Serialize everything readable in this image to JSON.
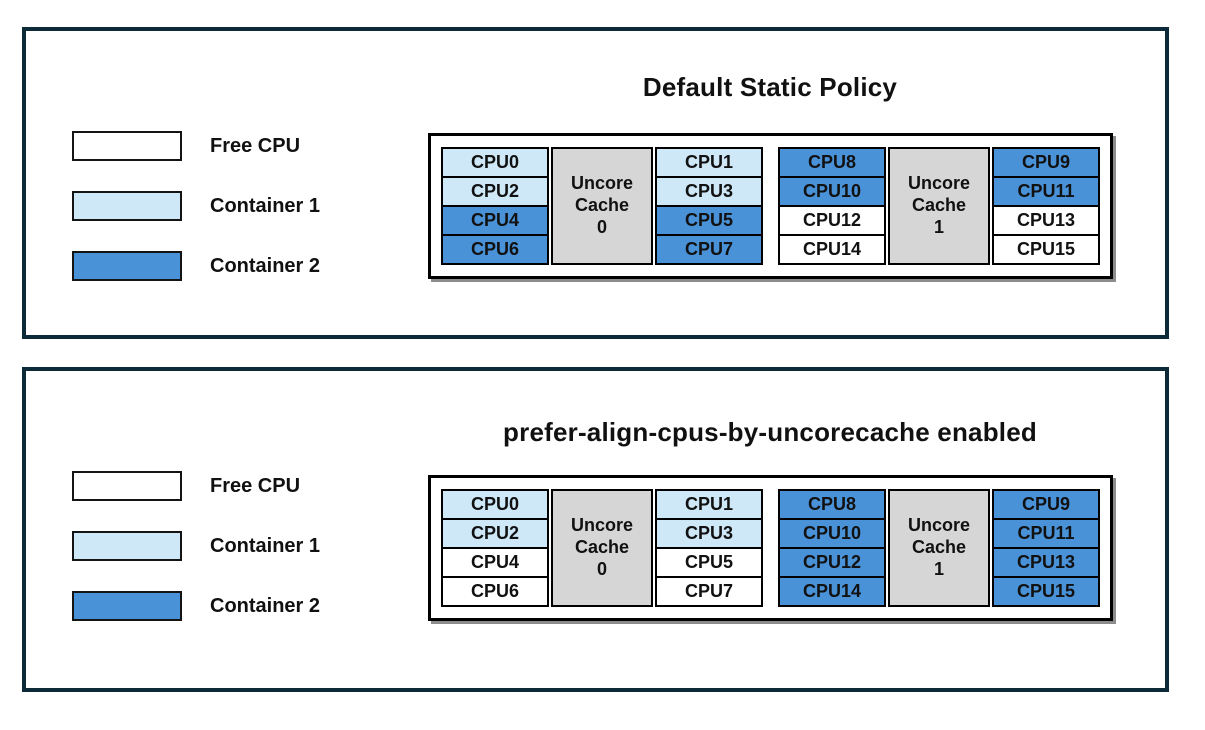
{
  "colors": {
    "free": "#ffffff",
    "container1": "#cfe8f8",
    "container2": "#4a92d8",
    "uncore-cache": "#d6d6d6",
    "panel-border": "#0d2a39",
    "cell-border": "#000000"
  },
  "legend": {
    "items": [
      {
        "label": "Free CPU",
        "type": "free"
      },
      {
        "label": "Container 1",
        "type": "container1"
      },
      {
        "label": "Container 2",
        "type": "container2"
      }
    ]
  },
  "panels": [
    {
      "title": "Default Static Policy",
      "clusters": [
        {
          "cache_label": "Uncore Cache 0",
          "left_cpus": [
            {
              "label": "CPU0",
              "type": "container1"
            },
            {
              "label": "CPU2",
              "type": "container1"
            },
            {
              "label": "CPU4",
              "type": "container2"
            },
            {
              "label": "CPU6",
              "type": "container2"
            }
          ],
          "right_cpus": [
            {
              "label": "CPU1",
              "type": "container1"
            },
            {
              "label": "CPU3",
              "type": "container1"
            },
            {
              "label": "CPU5",
              "type": "container2"
            },
            {
              "label": "CPU7",
              "type": "container2"
            }
          ]
        },
        {
          "cache_label": "Uncore Cache 1",
          "left_cpus": [
            {
              "label": "CPU8",
              "type": "container2"
            },
            {
              "label": "CPU10",
              "type": "container2"
            },
            {
              "label": "CPU12",
              "type": "free"
            },
            {
              "label": "CPU14",
              "type": "free"
            }
          ],
          "right_cpus": [
            {
              "label": "CPU9",
              "type": "container2"
            },
            {
              "label": "CPU11",
              "type": "container2"
            },
            {
              "label": "CPU13",
              "type": "free"
            },
            {
              "label": "CPU15",
              "type": "free"
            }
          ]
        }
      ]
    },
    {
      "title": "prefer-align-cpus-by-uncorecache enabled",
      "clusters": [
        {
          "cache_label": "Uncore Cache 0",
          "left_cpus": [
            {
              "label": "CPU0",
              "type": "container1"
            },
            {
              "label": "CPU2",
              "type": "container1"
            },
            {
              "label": "CPU4",
              "type": "free"
            },
            {
              "label": "CPU6",
              "type": "free"
            }
          ],
          "right_cpus": [
            {
              "label": "CPU1",
              "type": "container1"
            },
            {
              "label": "CPU3",
              "type": "container1"
            },
            {
              "label": "CPU5",
              "type": "free"
            },
            {
              "label": "CPU7",
              "type": "free"
            }
          ]
        },
        {
          "cache_label": "Uncore Cache 1",
          "left_cpus": [
            {
              "label": "CPU8",
              "type": "container2"
            },
            {
              "label": "CPU10",
              "type": "container2"
            },
            {
              "label": "CPU12",
              "type": "container2"
            },
            {
              "label": "CPU14",
              "type": "container2"
            }
          ],
          "right_cpus": [
            {
              "label": "CPU9",
              "type": "container2"
            },
            {
              "label": "CPU11",
              "type": "container2"
            },
            {
              "label": "CPU13",
              "type": "container2"
            },
            {
              "label": "CPU15",
              "type": "container2"
            }
          ]
        }
      ]
    }
  ]
}
